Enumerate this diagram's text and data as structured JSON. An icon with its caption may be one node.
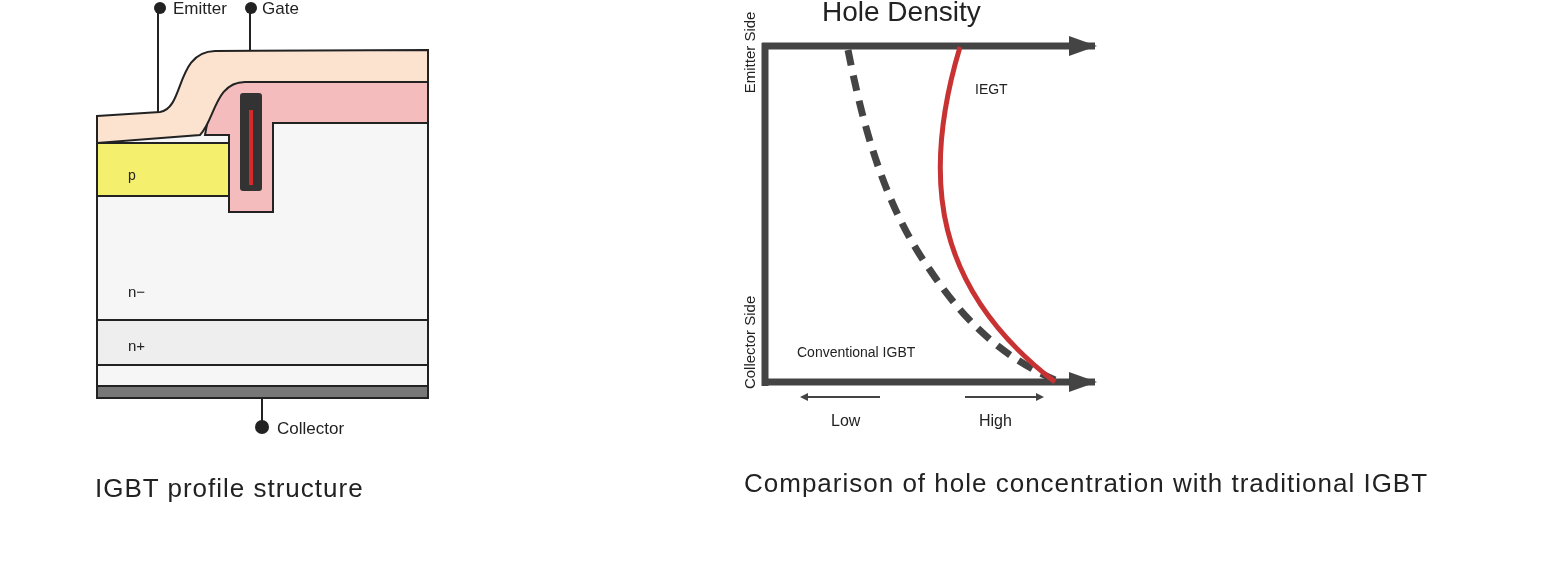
{
  "diagram": {
    "labels": [
      "Emitter",
      "Gate",
      "p",
      "n−",
      "n+",
      "Collector",
      "IGBT profile structure",
      "Hole Density",
      "Emitter Side",
      "Collector Side",
      "IEGT",
      "Conventional IGBT",
      "Low",
      "High",
      "Comparison of hole concentration with traditional IGBT"
    ]
  }
}
